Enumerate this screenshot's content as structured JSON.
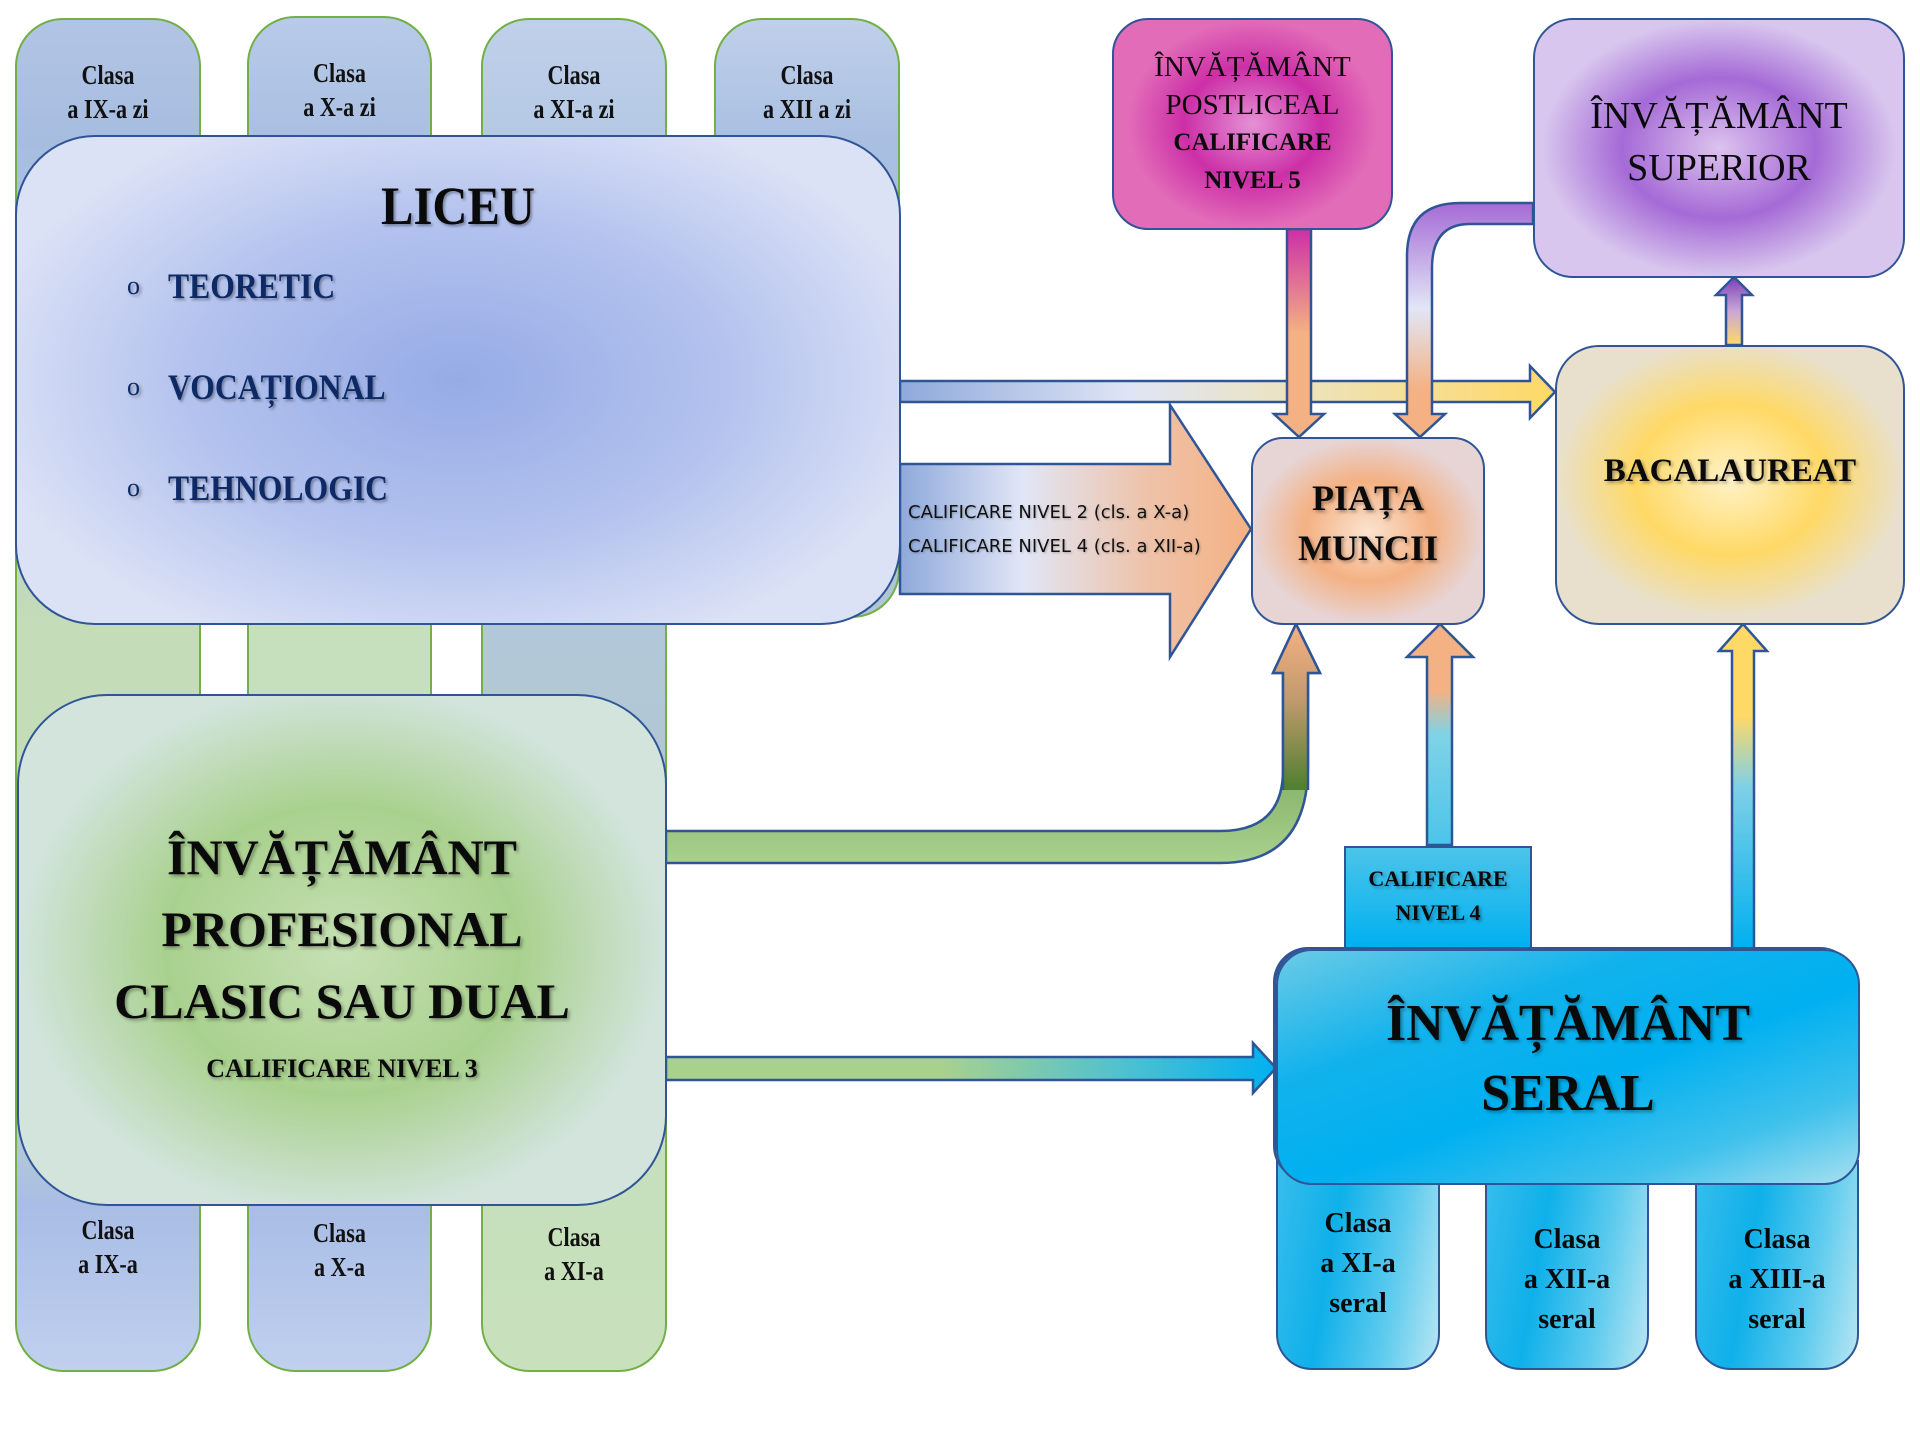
{
  "colors": {
    "liceu": "#9aaee8",
    "profesional": "#a9d18e",
    "postliceal": "#cc2fa7",
    "superior": "#a56ad6",
    "piata": "#f4b183",
    "bacalaureat": "#ffd966",
    "seral": "#00b0f0",
    "border": "#2f5597",
    "column_border": "#70ad47"
  },
  "day_classes_top": [
    {
      "line1": "Clasa",
      "line2": "a IX-a zi"
    },
    {
      "line1": "Clasa",
      "line2": "a X-a zi"
    },
    {
      "line1": "Clasa",
      "line2": "a XI-a zi"
    },
    {
      "line1": "Clasa",
      "line2": "a XII a zi"
    }
  ],
  "prof_classes_bottom": [
    {
      "line1": "Clasa",
      "line2": "a IX-a"
    },
    {
      "line1": "Clasa",
      "line2": "a X-a"
    },
    {
      "line1": "Clasa",
      "line2": "a XI-a"
    }
  ],
  "liceu": {
    "title": "LICEU",
    "items": [
      "TEORETIC",
      "VOCAȚIONAL",
      "TEHNOLOGIC"
    ],
    "bullet": "o"
  },
  "liceu_arrow": {
    "line1": "CALIFICARE NIVEL 2 (cls. a X-a)",
    "line2": "CALIFICARE NIVEL 4 (cls. a XII-a)"
  },
  "postliceal": {
    "line1": "ÎNVĂȚĂMÂNT",
    "line2": "POSTLICEAL",
    "line3": "CALIFICARE",
    "line4": "NIVEL 5"
  },
  "superior": {
    "line1": "ÎNVĂȚĂMÂNT",
    "line2": "SUPERIOR"
  },
  "piata": {
    "line1": "PIAȚA",
    "line2": "MUNCII"
  },
  "bacalaureat": {
    "label": "BACALAUREAT"
  },
  "profesional": {
    "line1": "ÎNVĂȚĂMÂNT",
    "line2": "PROFESIONAL",
    "line3": "CLASIC SAU DUAL",
    "sub": "CALIFICARE NIVEL 3"
  },
  "seral": {
    "line1": "ÎNVĂȚĂMÂNT",
    "line2": "SERAL",
    "calificare_line1": "CALIFICARE",
    "calificare_line2": "NIVEL 4",
    "classes": [
      {
        "line1": "Clasa",
        "line2": "a XI-a",
        "line3": "seral"
      },
      {
        "line1": "Clasa",
        "line2": "a XII-a",
        "line3": "seral"
      },
      {
        "line1": "Clasa",
        "line2": "a XIII-a",
        "line3": "seral"
      }
    ]
  }
}
